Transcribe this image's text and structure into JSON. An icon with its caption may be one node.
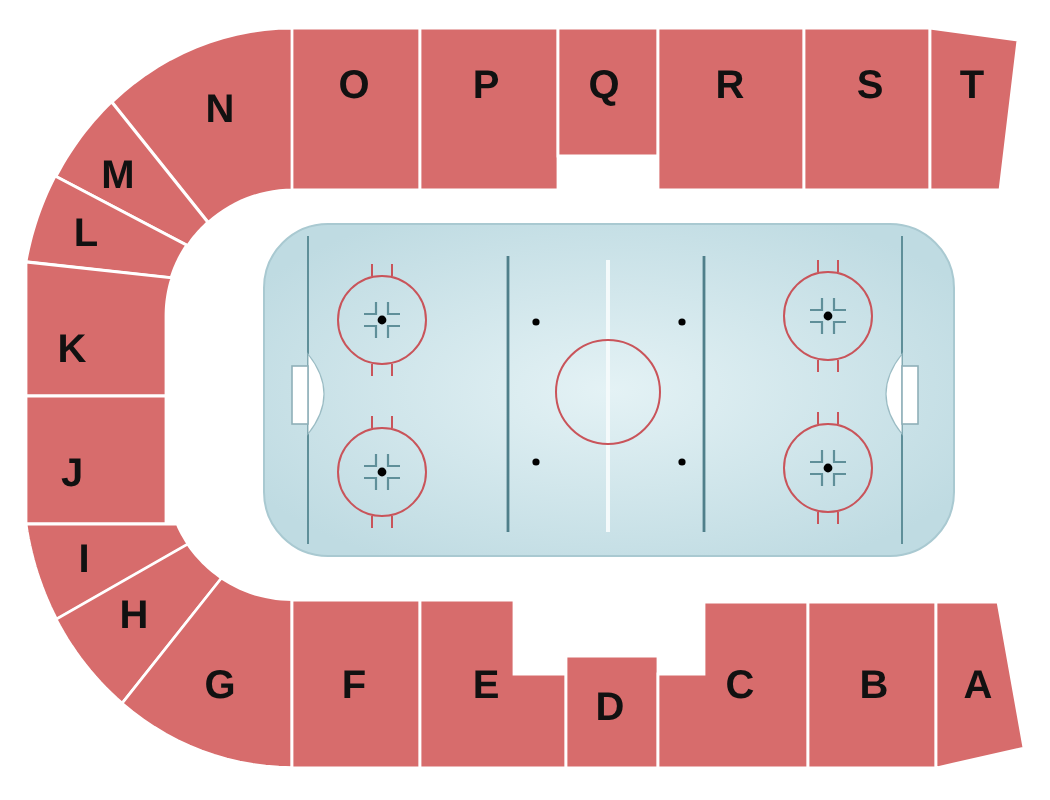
{
  "diagram": {
    "nodes": [
      {
        "text": [
          "N"
        ]
      },
      {
        "text": [
          "O"
        ]
      },
      {
        "text": [
          "P"
        ]
      },
      {
        "text": [
          "Q"
        ]
      },
      {
        "text": [
          "R"
        ]
      },
      {
        "text": [
          "S"
        ]
      },
      {
        "text": [
          "T"
        ]
      },
      {
        "text": [
          "M"
        ]
      },
      {
        "text": [
          "L"
        ]
      },
      {
        "text": [
          "K"
        ]
      },
      {
        "text": [
          "J"
        ]
      },
      {
        "text": [
          "I"
        ]
      },
      {
        "text": [
          "H"
        ]
      },
      {
        "text": [
          "G"
        ]
      },
      {
        "text": [
          "F"
        ]
      },
      {
        "text": [
          "E"
        ]
      },
      {
        "text": [
          "D"
        ]
      },
      {
        "text": [
          "C"
        ]
      },
      {
        "text": [
          "B"
        ]
      },
      {
        "text": [
          "A"
        ]
      }
    ]
  }
}
